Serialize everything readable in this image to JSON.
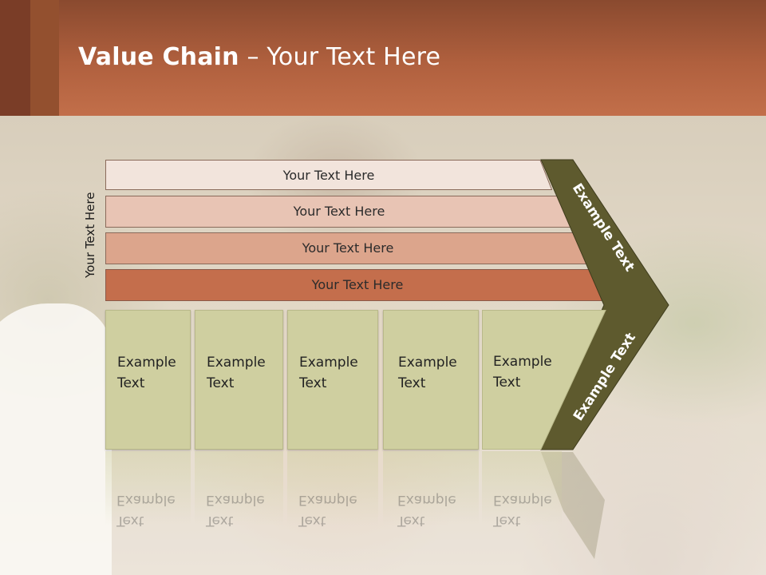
{
  "title": {
    "bold": "Value Chain",
    "rest": " – Your Text Here"
  },
  "side_label": "Your Text Here",
  "bars": [
    {
      "label": "Your Text Here",
      "color": "#f2e4dc"
    },
    {
      "label": "Your Text Here",
      "color": "#e8c4b4"
    },
    {
      "label": "Your Text Here",
      "color": "#dca58c"
    },
    {
      "label": "Your Text Here",
      "color": "#c46e4c"
    }
  ],
  "columns": [
    {
      "line1": "Example",
      "line2": "Text"
    },
    {
      "line1": "Example",
      "line2": "Text"
    },
    {
      "line1": "Example",
      "line2": "Text"
    },
    {
      "line1": "Example",
      "line2": "Text"
    },
    {
      "line1": "Example",
      "line2": "Text"
    }
  ],
  "chevron": {
    "upper_text": "Example Text",
    "lower_text": "Example Text",
    "color": "#5e5a2e"
  },
  "colors": {
    "header": "#b0603e",
    "column": "#cfcfa0"
  }
}
